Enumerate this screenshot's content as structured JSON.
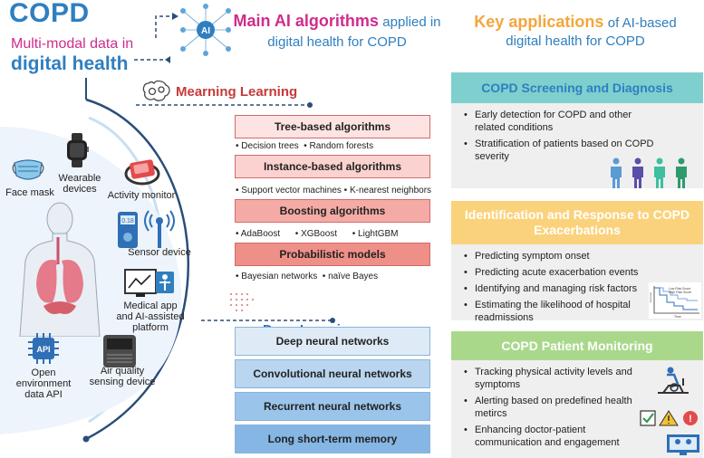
{
  "header": {
    "copd": "COPD",
    "multimodal_line1": "Multi-modal data in",
    "multimodal_line2": "digital health",
    "ai_highlight": "Main AI algorithms",
    "ai_rest1": "applied in",
    "ai_rest2": "digital health for COPD",
    "app_highlight": "Key applications",
    "app_rest1": "of AI-based",
    "app_rest2": "digital health for COPD"
  },
  "icons": {
    "ai_chip": "AI"
  },
  "machine_learning": {
    "label": "Mearning Learning",
    "groups": [
      {
        "title": "Tree-based algorithms",
        "items": [
          "Decision trees",
          "Random forests"
        ]
      },
      {
        "title": "Instance-based algorithms",
        "items": [
          "Support vector machines",
          "K-nearest neighbors"
        ]
      },
      {
        "title": "Boosting algorithms",
        "items": [
          "AdaBoost",
          "XGBoost",
          "LightGBM"
        ]
      },
      {
        "title": "Probabilistic models",
        "items": [
          "Bayesian networks",
          "naïve Bayes"
        ]
      }
    ]
  },
  "deep_learning": {
    "label": "Deep Learning",
    "items": [
      "Deep neural networks",
      "Convolutional neural networks",
      "Recurrent neural networks",
      "Long short-term memory"
    ]
  },
  "devices": {
    "face_mask": "Face mask",
    "wearable_1": "Wearable",
    "wearable_2": "devices",
    "activity_monitor": "Activity monitor",
    "sensor_value": "0.18",
    "sensor_device": "Sensor device",
    "medical_1": "Medical app",
    "medical_2": "and AI-assisted",
    "medical_3": "platform",
    "api_chip": "API",
    "open_env_1": "Open",
    "open_env_2": "environment",
    "open_env_3": "data API",
    "air_1": "Air quality",
    "air_2": "sensing device"
  },
  "applications": [
    {
      "title": "COPD Screening and Diagnosis",
      "items": [
        "Early detection for COPD and other related conditions",
        "Stratification of patients based on COPD severity"
      ]
    },
    {
      "title": "Identification and Response to COPD Exacerbations",
      "items": [
        "Predicting symptom onset",
        "Predicting acute exacerbation events",
        "Identifying and managing risk factors",
        "Estimating the likelihood of hospital readmissions"
      ],
      "mini_chart": {
        "legend_low": "Low Risk Score",
        "legend_high": "High Risk Score",
        "ylabel": "Survival",
        "xlabel": "Time"
      }
    },
    {
      "title": "COPD Patient Monitoring",
      "items": [
        "Tracking physical activity levels and symptoms",
        "Alerting based on predefined health metircs",
        "Enhancing doctor-patient communication and engagement"
      ],
      "alert_symbol": "!"
    }
  ],
  "colors": {
    "blue": "#2f7fc0",
    "magenta": "#d02c8c",
    "orange": "#f4a63c",
    "red": "#c53a3a",
    "teal": "#7fcfcf",
    "yellow": "#fbd27c",
    "green": "#a9d88b"
  }
}
